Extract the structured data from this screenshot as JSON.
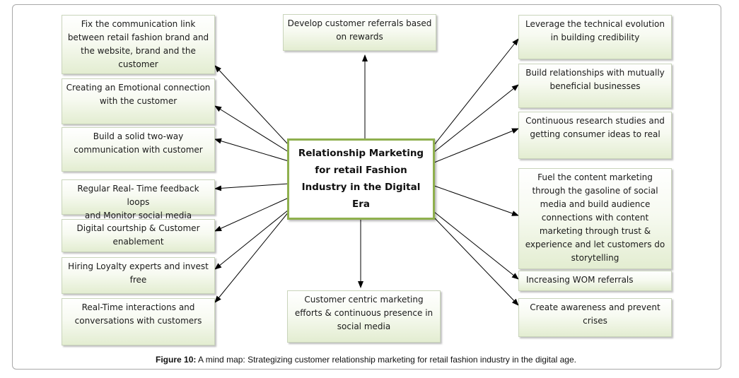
{
  "center": "Relationship Marketing\nfor retail Fashion\nIndustry in the Digital\nEra",
  "nodes": [
    "Fix the communication link\nbetween retail fashion brand and\nthe website, brand and the\ncustomer",
    "Creating an Emotional connection\nwith the customer",
    "Build a solid two-way\ncommunication with customer",
    "Regular Real- Time feedback loops\nand Monitor social media",
    "Digital courtship & Customer\nenablement",
    "Hiring Loyalty experts and invest\nfree",
    "Real-Time interactions and\nconversations with customers",
    "Develop customer referrals based\non rewards",
    "Customer centric marketing\nefforts & continuous presence in\nsocial media",
    "Leverage the technical evolution\nin building credibility",
    "Build relationships with mutually\nbeneficial businesses",
    "Continuous research studies and\ngetting consumer ideas to real",
    "Fuel the content marketing\nthrough the gasoline of social\nmedia and build audience\nconnections with content\nmarketing through trust &\nexperience and let customers do\nstorytelling",
    "Increasing WOM referrals",
    "Create awareness and prevent\ncrises"
  ],
  "caption": {
    "label": "Figure 10:",
    "text": " A mind map: Strategizing customer relationship marketing for retail fashion industry in the digital age."
  }
}
